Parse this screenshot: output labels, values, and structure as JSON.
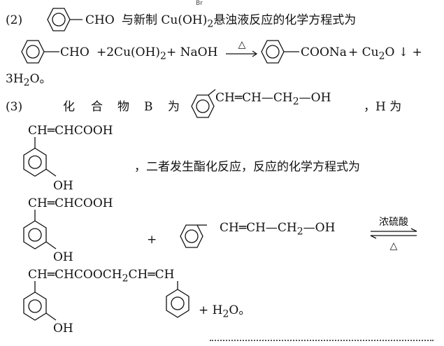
{
  "header_fragment": "Br",
  "part2": {
    "number": "(2)",
    "substrate": "CHO",
    "intro": "与新制 Cu(OH)",
    "intro_sub": "2",
    "intro_rest": "悬浊液反应的化学方程式为",
    "eq_reactant_group": "CHO",
    "eq_reagents": "+2Cu(OH)",
    "eq_reagents_sub": "2",
    "eq_reagents_rest": "+ NaOH",
    "arrow_condition": "△",
    "eq_product_group": "COONa",
    "eq_byproducts": "+ Cu",
    "eq_byproducts_sub": "2",
    "eq_byproducts_rest": "O ↓ +",
    "water_line": "3H",
    "water_sub": "2",
    "water_rest": "O。"
  },
  "part3": {
    "number": "(3)",
    "intro_words": [
      "化",
      "合",
      "物",
      "B",
      "为"
    ],
    "compound_b_chain": "CH═CH—CH",
    "compound_b_sub": "2",
    "compound_b_end": "—OH",
    "h_text": "，H 为",
    "h_side_chain": "CH═CHCOOH",
    "h_hydroxyl": "OH",
    "esterification_text": "，二者发生酯化反应，反应的化学方程式为",
    "eq_acid_chain": "CH═CHCOOH",
    "eq_acid_hydroxyl": "OH",
    "plus": "+",
    "eq_alcohol_chain": "CH═CH—CH",
    "eq_alcohol_sub": "2",
    "eq_alcohol_end": "—OH",
    "catalyst": "浓硫酸",
    "heat": "△",
    "ester_chain": "CH═CHCOOCH",
    "ester_chain_sub": "2",
    "ester_chain_end": "CH═CH",
    "ester_hydroxyl": "OH",
    "water": "+ H",
    "water_sub": "2",
    "water_end": "O。"
  }
}
